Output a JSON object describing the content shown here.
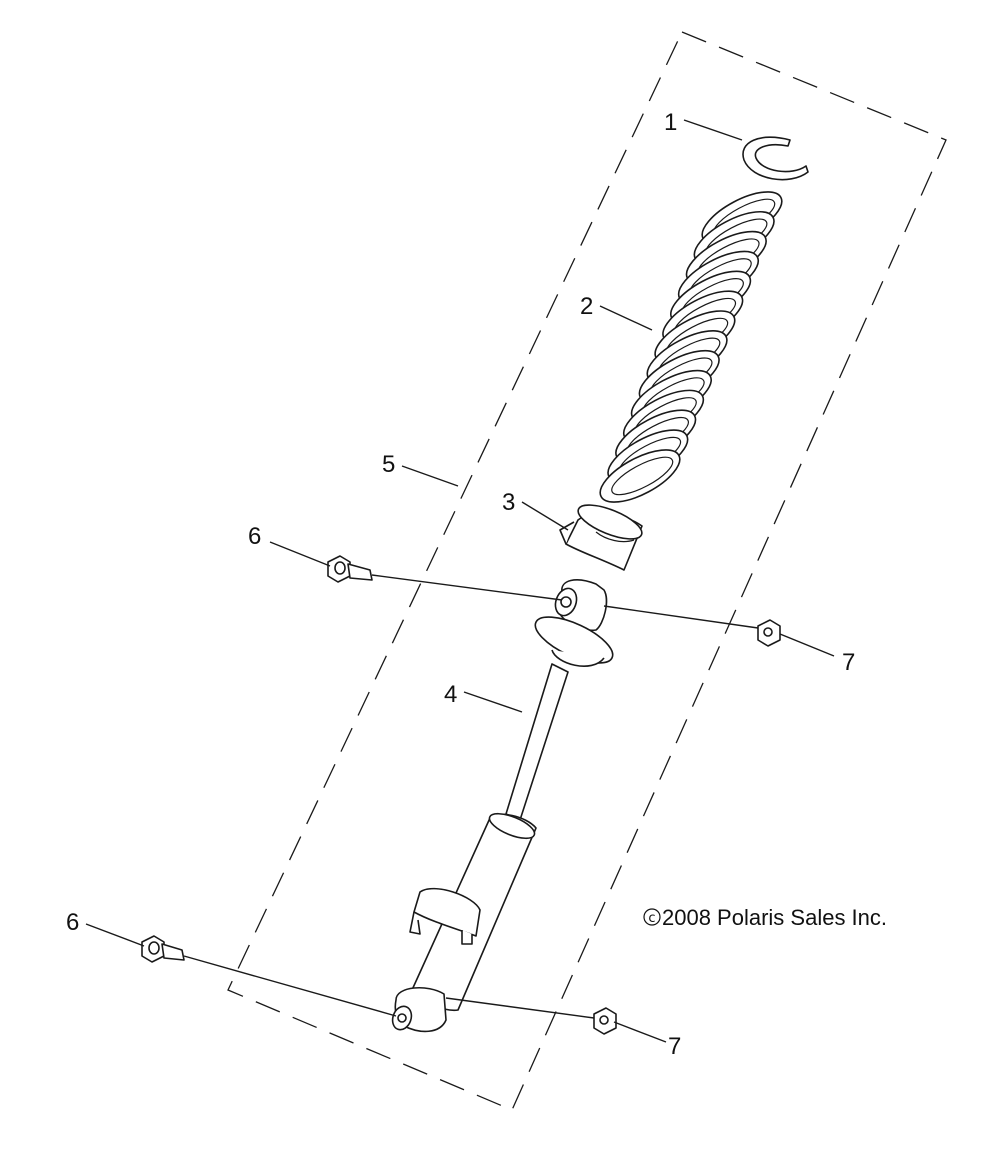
{
  "callouts": {
    "c1": "1",
    "c2": "2",
    "c3": "3",
    "c4": "4",
    "c5": "5",
    "c6_top": "6",
    "c6_bottom": "6",
    "c7_top": "7",
    "c7_bottom": "7"
  },
  "copyright": {
    "symbol": "c",
    "text": "2008 Polaris Sales Inc."
  }
}
